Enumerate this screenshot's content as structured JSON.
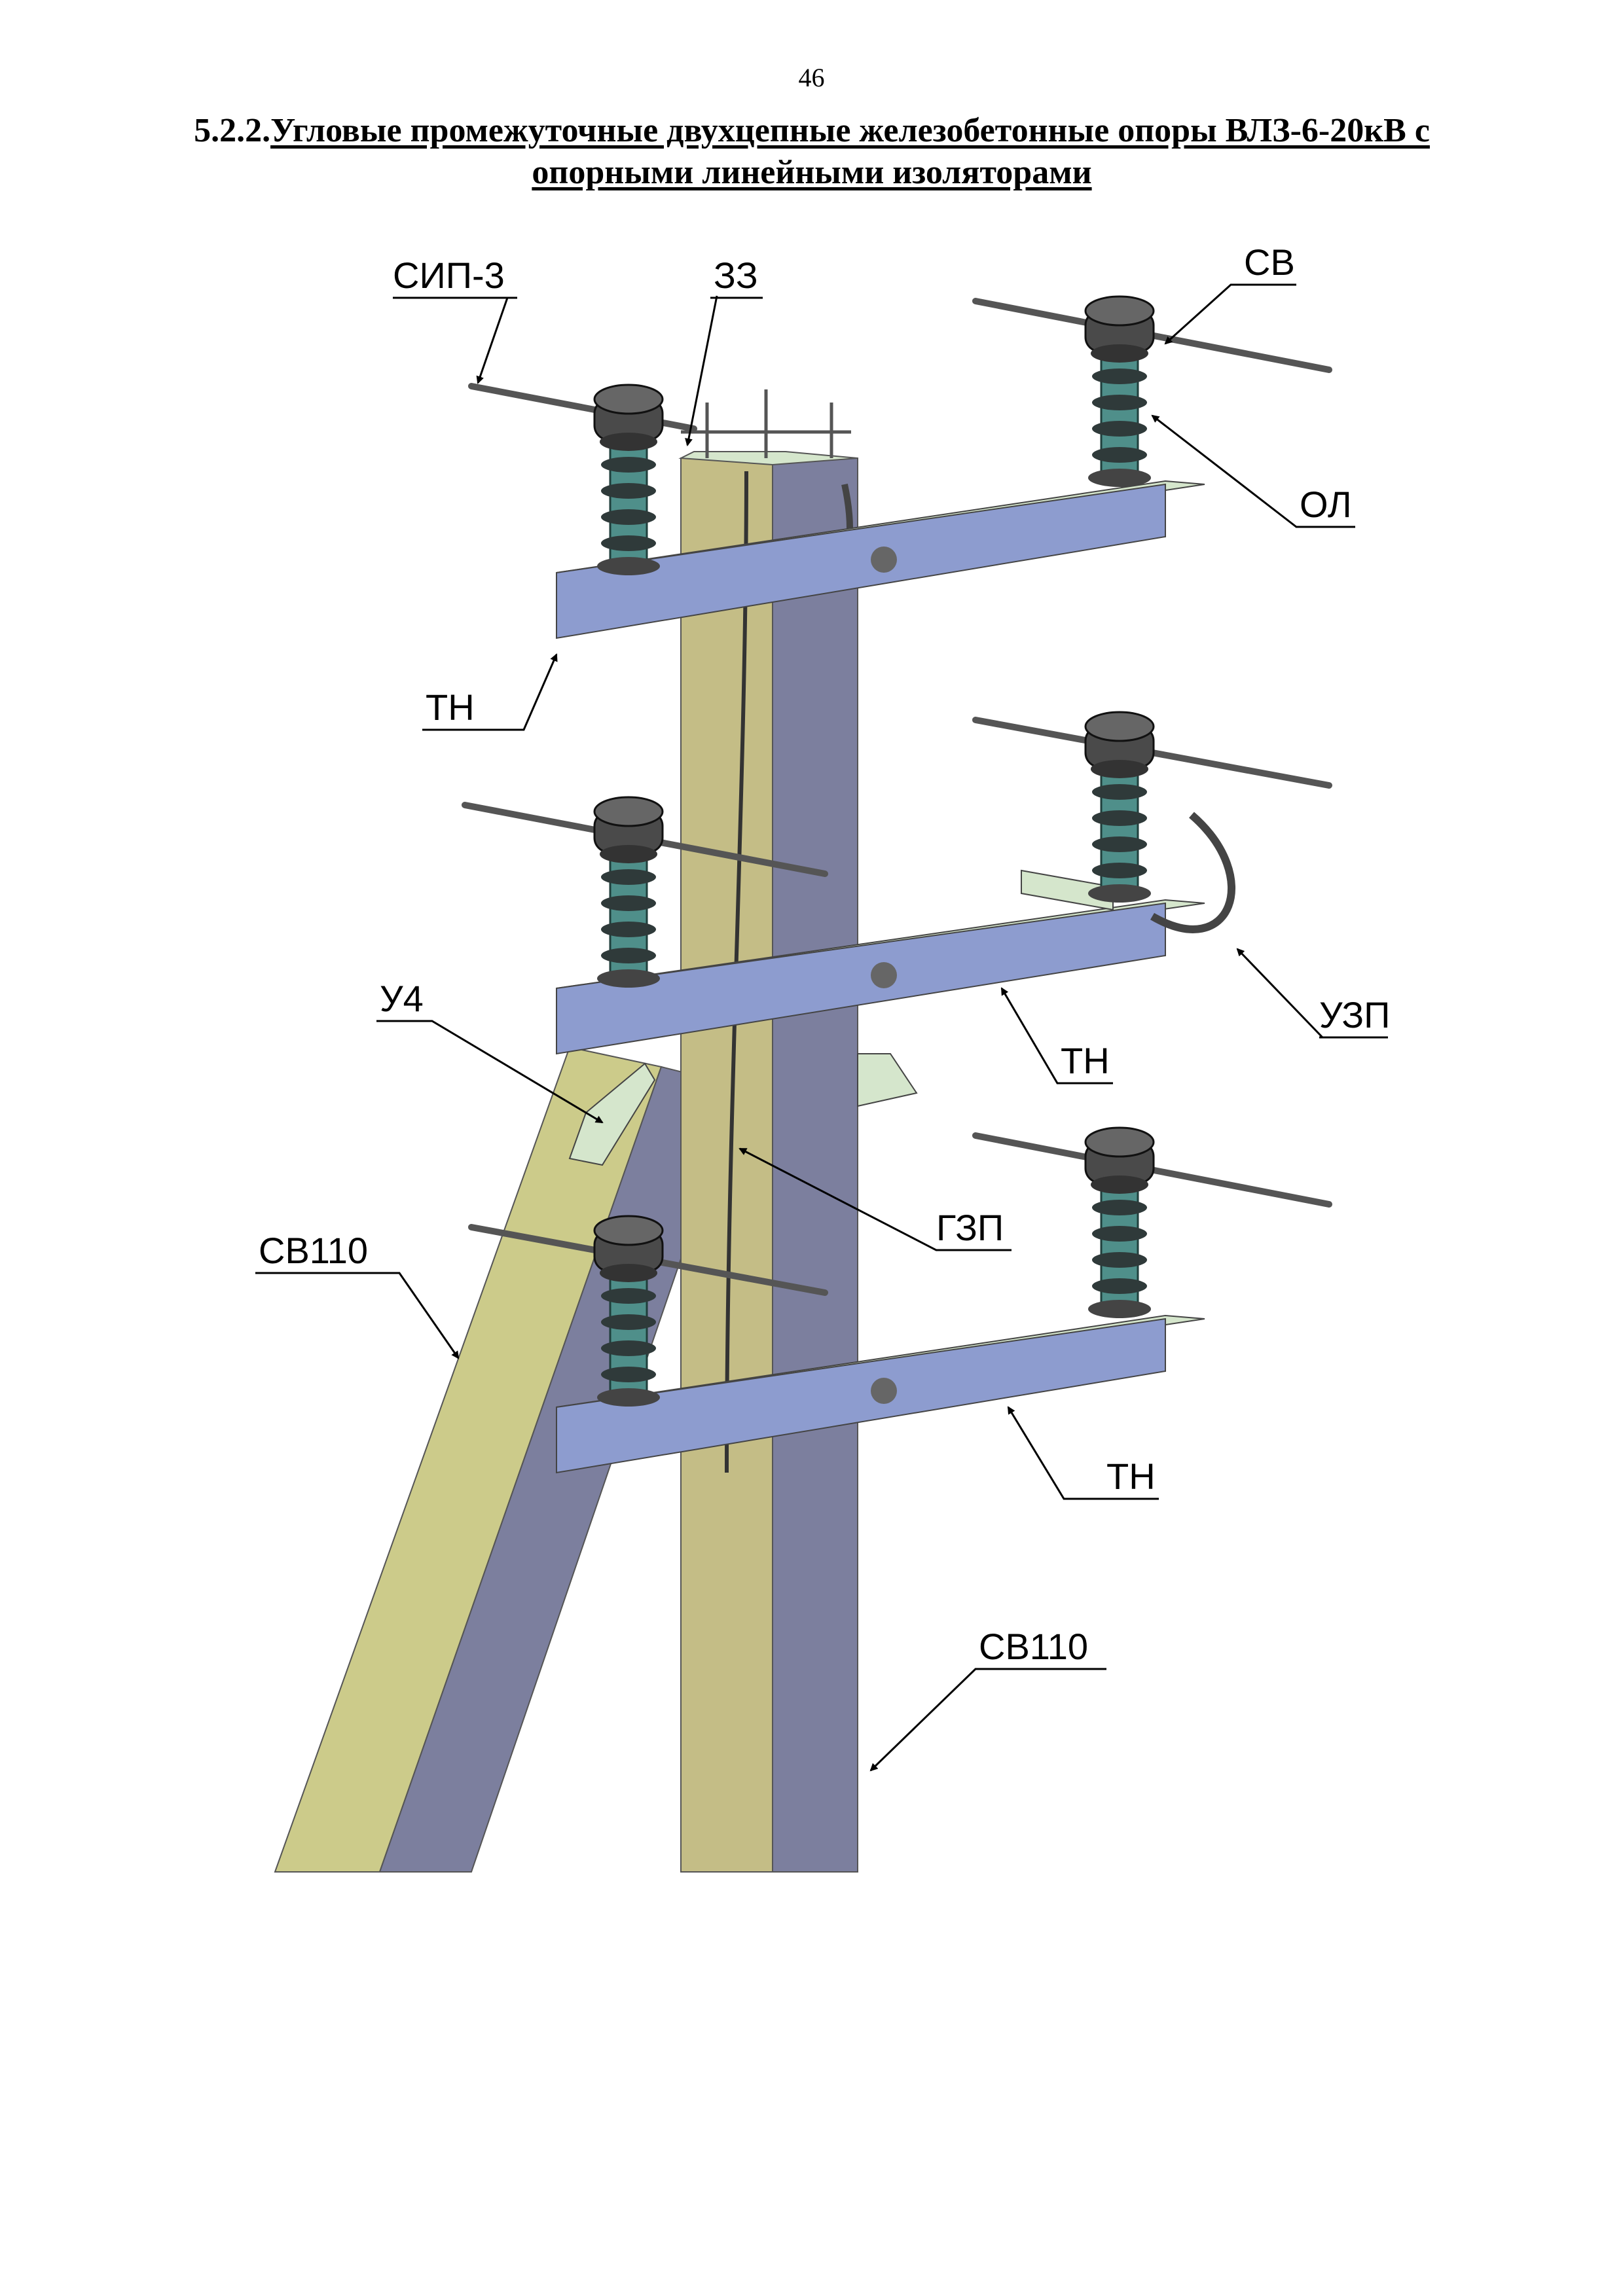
{
  "page": {
    "number": "46"
  },
  "title": {
    "number": "5.2.2.",
    "line1": "Угловые промежуточные двухцепные железобетонные опоры ВЛЗ-6-20кВ с",
    "line2": "опорными линейными изоляторами"
  },
  "colors": {
    "pole_light": "#c4bd86",
    "pole_dark": "#7c7f9e",
    "strut_light": "#cccb8a",
    "crossarm_front": "#8d9ccf",
    "crossarm_top": "#d5e6cc",
    "insulator": "#4f8f8a",
    "insulator_cap": "#4a4a4a",
    "wire": "#555555"
  },
  "labels": {
    "sip3": "СИП-3",
    "zz": "ЗЗ",
    "sv": "СВ",
    "ol": "ОЛ",
    "tn_top": "ТН",
    "u4": "У4",
    "uzp": "УЗП",
    "tn_middle": "ТН",
    "gzp": "ГЗП",
    "sv110_left": "СВ110",
    "tn_bottom": "ТН",
    "sv110_bottom": "СВ110"
  }
}
